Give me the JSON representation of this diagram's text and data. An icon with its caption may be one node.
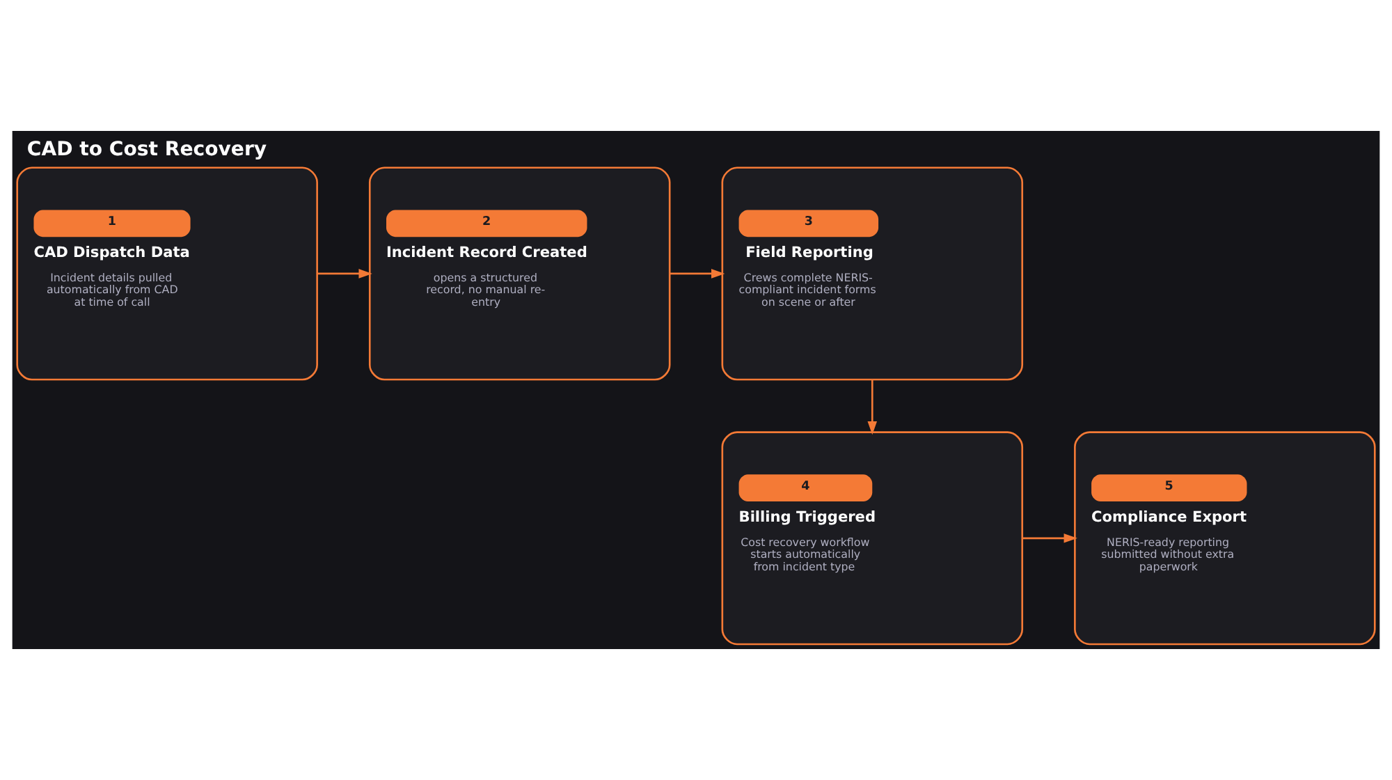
{
  "diagram": {
    "title": "CAD to Cost Recovery",
    "nodes": [
      {
        "text": [
          "1",
          "CAD Dispatch Data",
          "Incident details pulled automatically from CAD at time of call"
        ]
      },
      {
        "text": [
          "2",
          "Incident Record Created",
          "opens a structured record, no manual re-entry"
        ]
      },
      {
        "text": [
          "3",
          "Field Reporting",
          "Crews complete NERIS-compliant incident forms on scene or after"
        ]
      },
      {
        "text": [
          "4",
          "Billing Triggered",
          "Cost recovery workflow starts automatically from incident type"
        ]
      },
      {
        "text": [
          "5",
          "Compliance Export",
          "NERIS-ready reporting submitted without extra paperwork"
        ]
      }
    ],
    "edges": [
      {
        "from": 0,
        "to": 1,
        "arrow": "to"
      },
      {
        "from": 1,
        "to": 2,
        "arrow": "to"
      },
      {
        "from": 2,
        "to": 3,
        "arrow": "to"
      },
      {
        "from": 3,
        "to": 4,
        "arrow": "to"
      }
    ]
  }
}
